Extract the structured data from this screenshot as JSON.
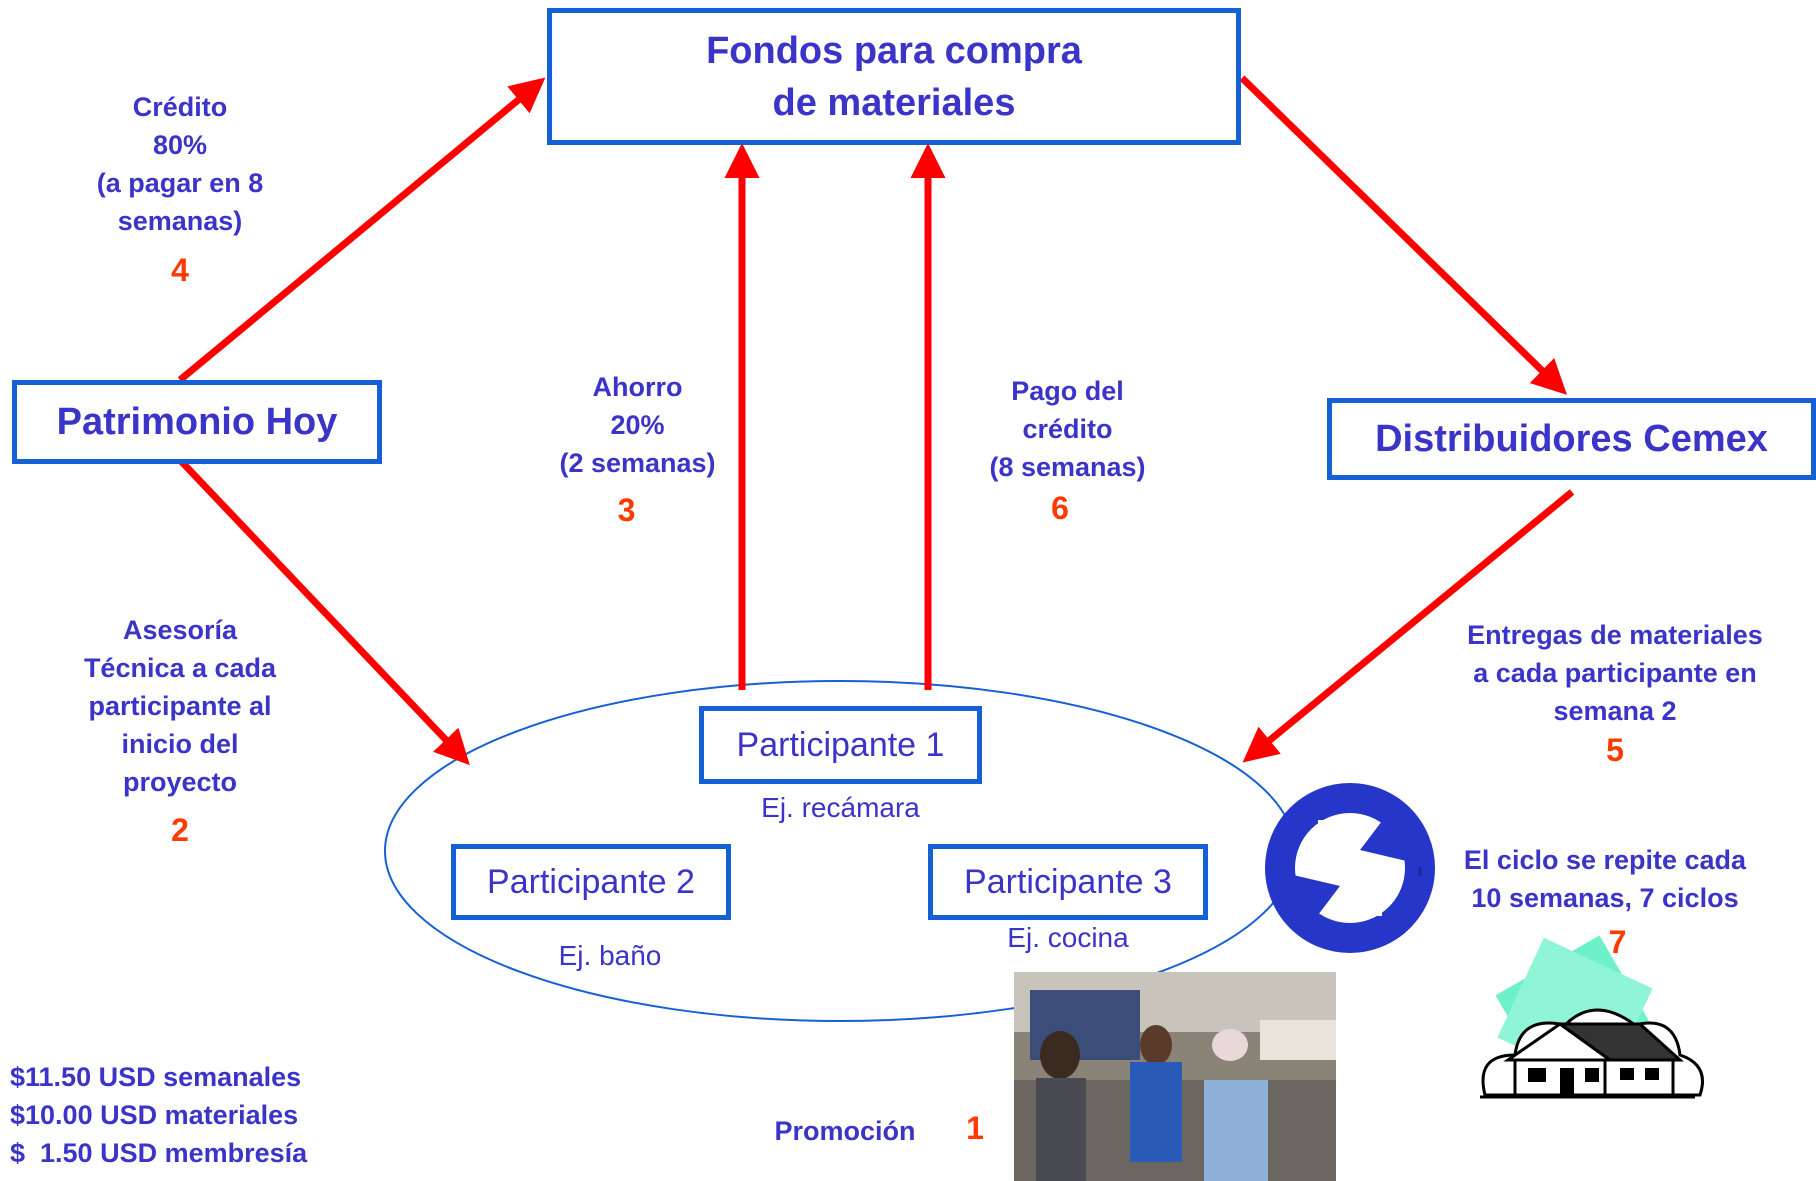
{
  "boxes": {
    "fondos": "Fondos para compra\nde materiales",
    "patrimonio": "Patrimonio Hoy",
    "distribuidores": "Distribuidores Cemex"
  },
  "participants": [
    {
      "label": "Participante 1",
      "example": "Ej. recámara"
    },
    {
      "label": "Participante 2",
      "example": "Ej. baño"
    },
    {
      "label": "Participante 3",
      "example": "Ej. cocina"
    }
  ],
  "steps": {
    "credito": {
      "text": "Crédito\n80%\n(a pagar en 8\nsemanas)",
      "num": "4"
    },
    "ahorro": {
      "text": "Ahorro\n20%\n(2 semanas)",
      "num": "3"
    },
    "pago": {
      "text": "Pago del\ncrédito\n(8 semanas)",
      "num": "6"
    },
    "asesoria": {
      "text": "Asesoría\nTécnica a cada\nparticipante al\ninicio del\nproyecto",
      "num": "2"
    },
    "entregas": {
      "text": "Entregas de materiales\na cada participante en\nsemana 2",
      "num": "5"
    },
    "ciclo": {
      "text": "El ciclo se repite cada\n10 semanas, 7 ciclos",
      "num": "7"
    },
    "promocion": {
      "text": "Promoción",
      "num": "1"
    }
  },
  "costs": [
    "$11.50 USD semanales",
    "$10.00 USD materiales",
    "$  1.50 USD membresía"
  ],
  "colors": {
    "arrow": "#ff0000",
    "box_border": "#1560d4",
    "text": "#3b34c8",
    "number": "#ff3a00"
  }
}
